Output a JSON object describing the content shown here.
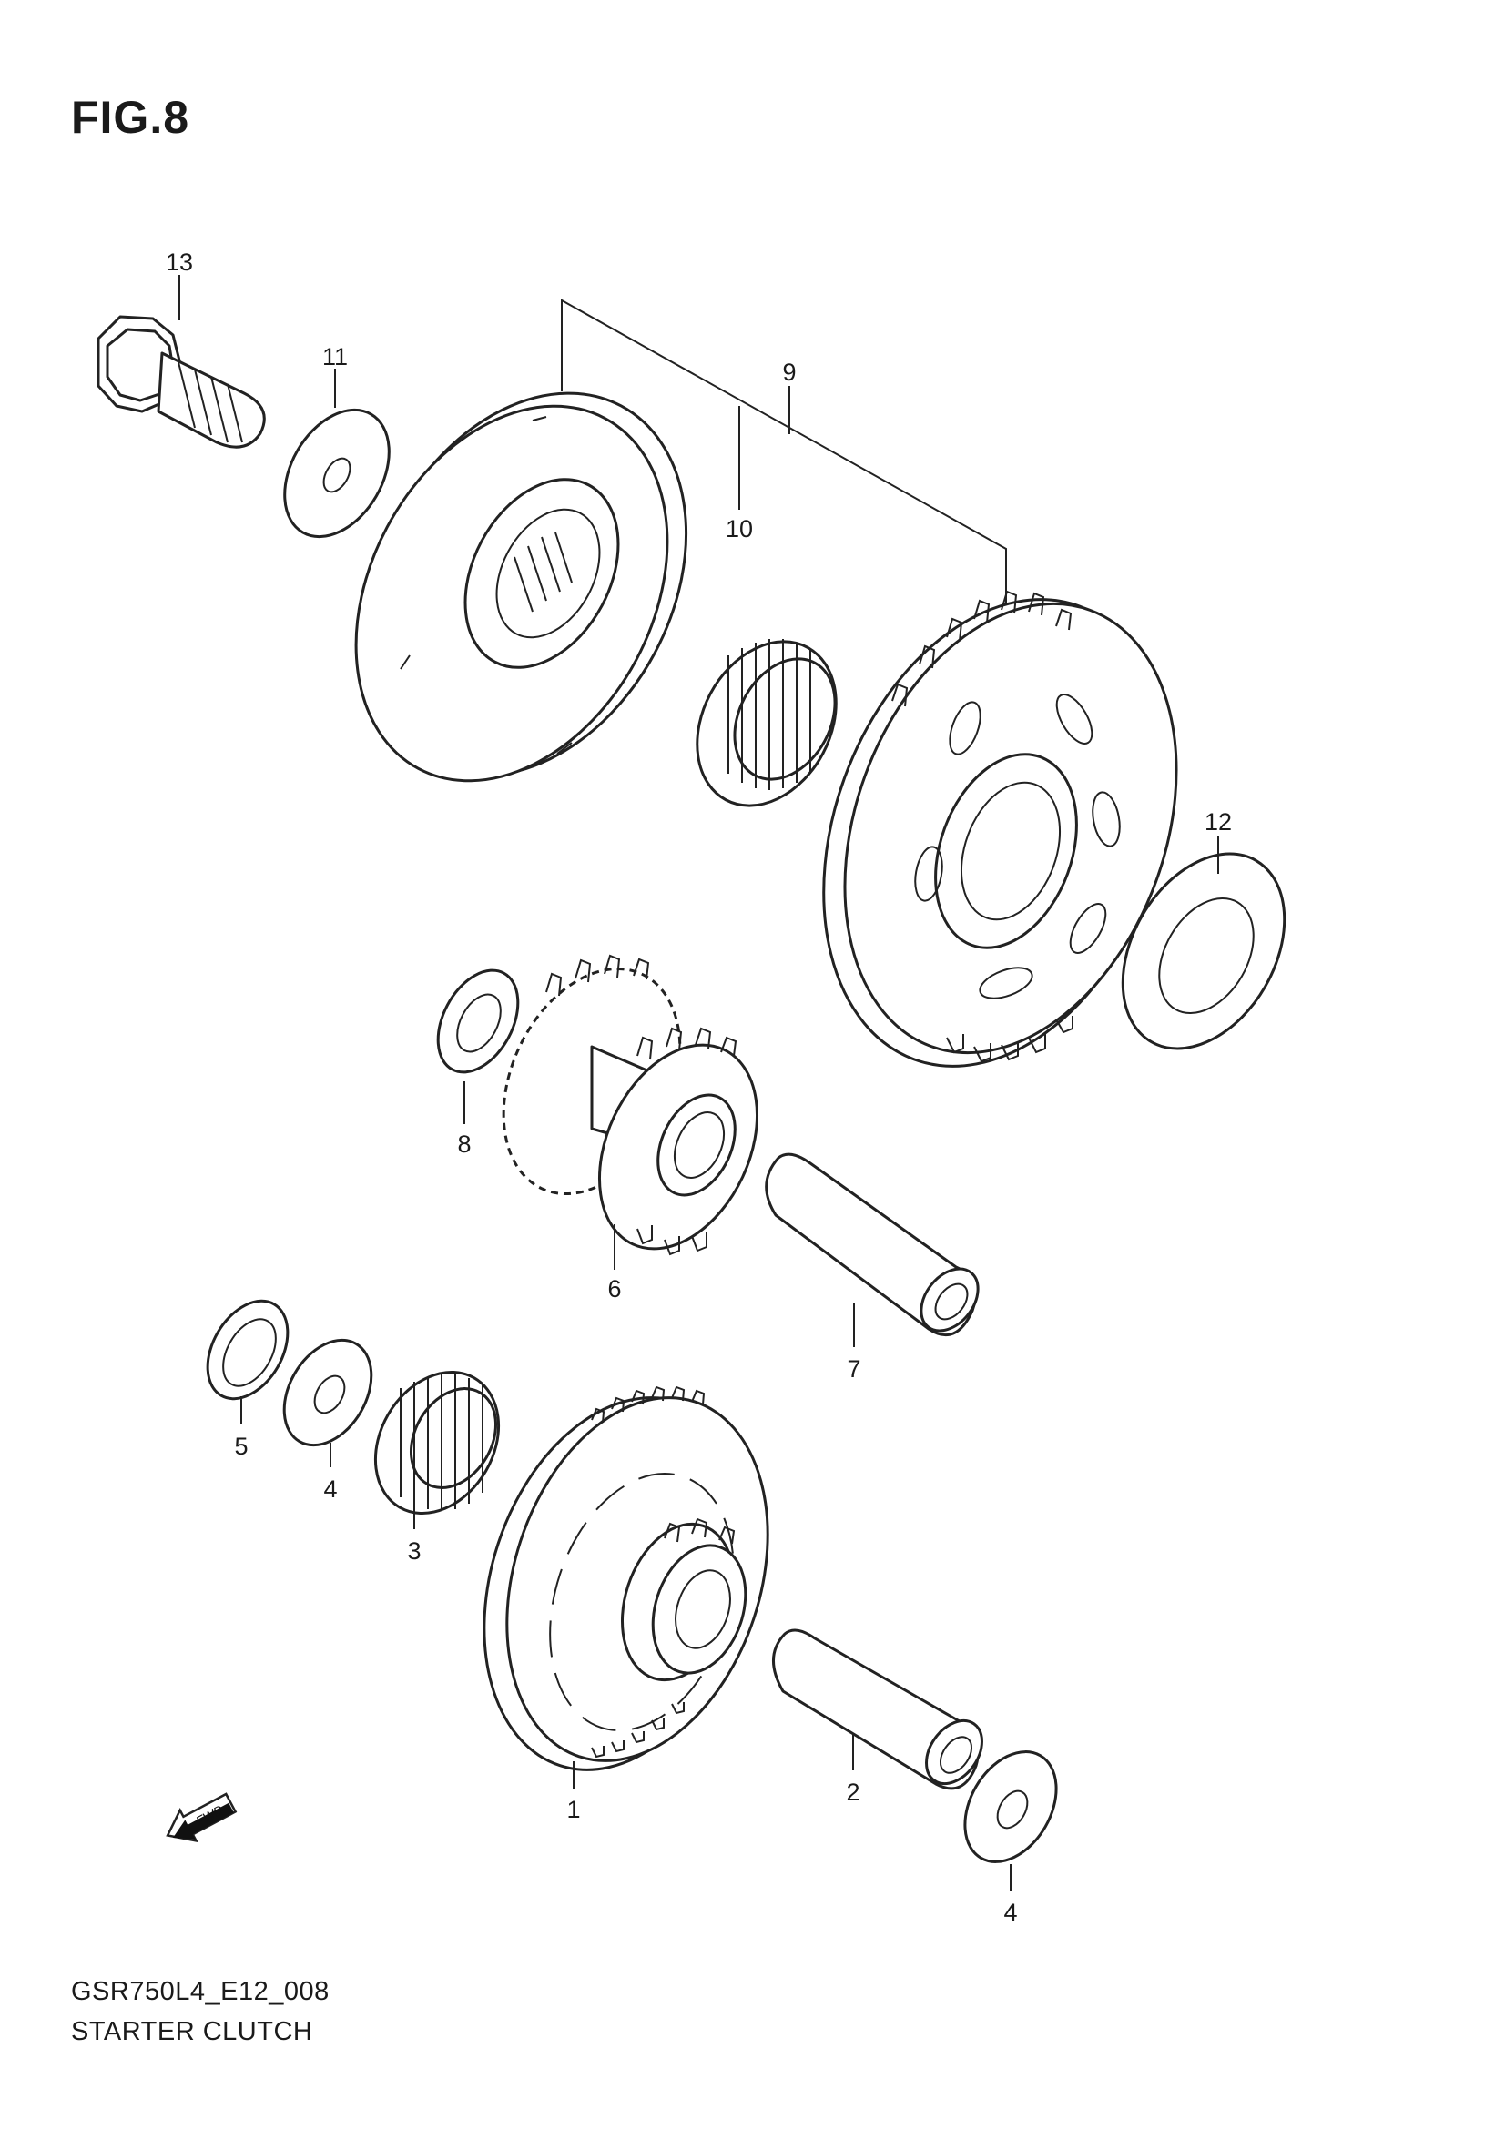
{
  "figure": {
    "title": "FIG.8",
    "code": "GSR750L4_E12_008",
    "name": "STARTER CLUTCH"
  },
  "callouts": {
    "c1": "1",
    "c2": "2",
    "c3": "3",
    "c4a": "4",
    "c4b": "4",
    "c5": "5",
    "c6": "6",
    "c7": "7",
    "c8": "8",
    "c9": "9",
    "c10": "10",
    "c11": "11",
    "c12": "12",
    "c13": "13"
  },
  "fwd_label": "FWD"
}
